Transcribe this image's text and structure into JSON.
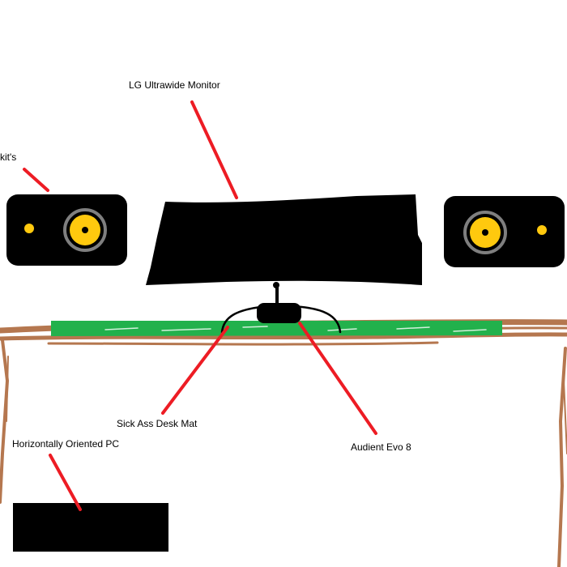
{
  "labels": {
    "monitor": "LG Ultrawide Monitor",
    "speakers": "kit's",
    "desk_mat": "Sick Ass Desk Mat",
    "pc": "Horizontally Oriented PC",
    "interface": "Audient Evo 8"
  },
  "colors": {
    "desk": "#b5774f",
    "mat": "#22b14c",
    "pointer": "#ed1c24",
    "woofer": "#ffc90e",
    "woofer_ring": "#7f7f7f",
    "device": "#000000",
    "background": "#ffffff"
  }
}
